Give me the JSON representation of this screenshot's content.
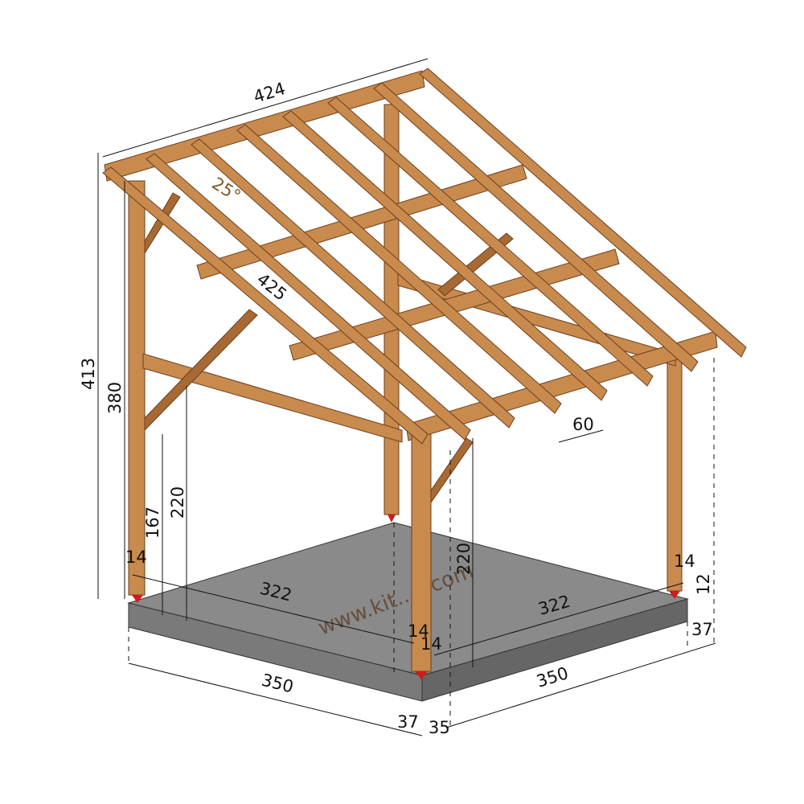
{
  "diagram": {
    "watermark": "www.kit...s.com",
    "colors": {
      "wood": "#c98a4e",
      "slab": "#6e6e6e",
      "foot": "#d01c1c"
    },
    "dimensions": {
      "roof_length": "424",
      "total_height": "413",
      "post_height": "380",
      "roof_pitch": "25°",
      "rafter_length": "425",
      "left_beam_height": "220",
      "left_opening_height": "167",
      "left_post_width": "14",
      "left_inner_span": "322",
      "rafter_spacing": "60",
      "front_beam_height": "220",
      "front_post_width_a": "14",
      "front_post_width_b": "14",
      "right_post_width": "14",
      "foot_height": "12",
      "right_overhang": "37",
      "right_inner_span": "322",
      "left_outer_span": "350",
      "right_outer_span": "350",
      "front_overhang_a": "37",
      "front_overhang_b": "35"
    }
  }
}
